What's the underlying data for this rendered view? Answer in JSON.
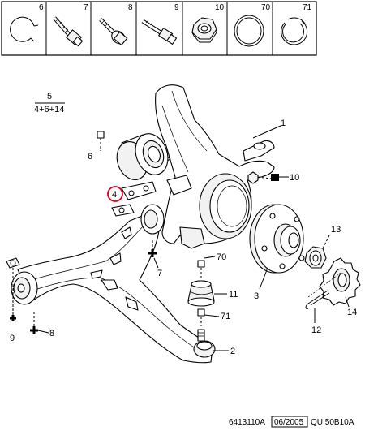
{
  "header_parts": [
    {
      "num": "6",
      "icon": "snap-ring-icon"
    },
    {
      "num": "7",
      "icon": "bolt-with-nut-icon"
    },
    {
      "num": "8",
      "icon": "flange-bolt-icon"
    },
    {
      "num": "9",
      "icon": "long-bolt-icon"
    },
    {
      "num": "10",
      "icon": "hex-nut-icon"
    },
    {
      "num": "70",
      "icon": "thin-ring-icon"
    },
    {
      "num": "71",
      "icon": "split-ring-icon"
    }
  ],
  "group_kit": {
    "number": "5",
    "contents": "4+6+14"
  },
  "callouts": {
    "c1": "1",
    "c2": "2",
    "c3": "3",
    "c4": "4",
    "c6": "6",
    "c7": "7",
    "c8": "8",
    "c9": "9",
    "c10": "10",
    "c11": "11",
    "c12": "12",
    "c13": "13",
    "c14": "14",
    "c70": "70",
    "c71": "71"
  },
  "footer": {
    "ref": "6413110A",
    "date": "06/2005",
    "code": "QU 50B10A"
  },
  "colors": {
    "highlight": "#d9001b",
    "line": "#000000"
  }
}
